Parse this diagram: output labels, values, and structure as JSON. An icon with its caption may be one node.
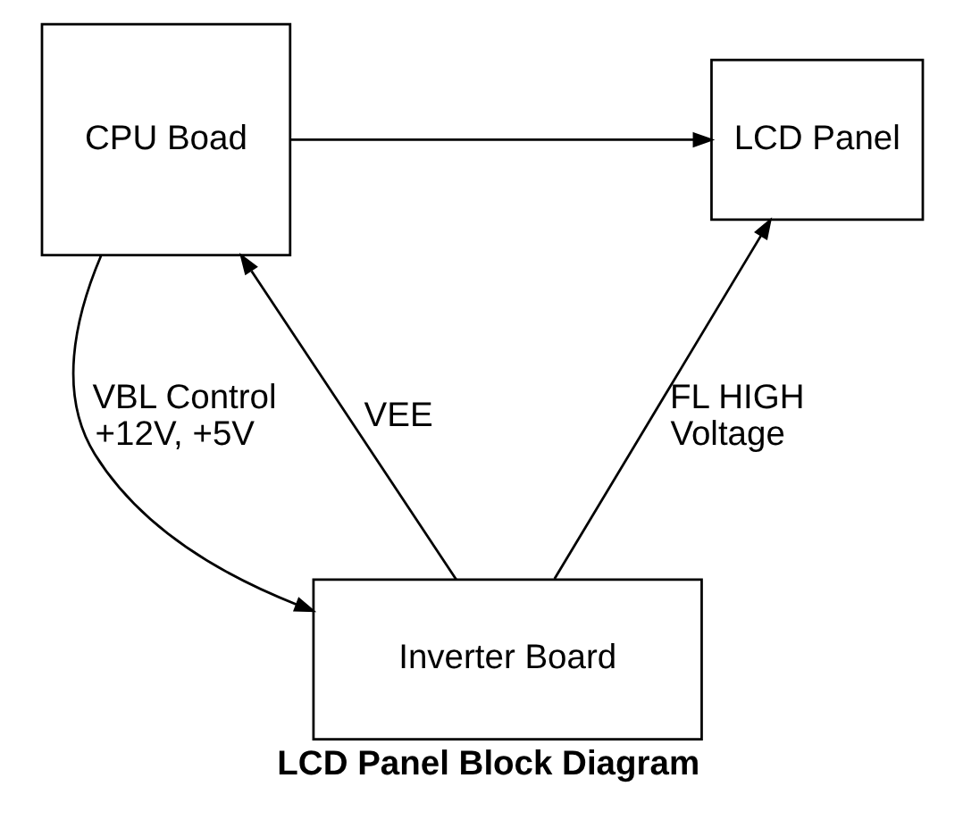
{
  "diagram": {
    "caption": "LCD Panel Block Diagram",
    "nodes": [
      {
        "text": [
          "CPU Boad"
        ]
      },
      {
        "text": [
          "LCD Panel"
        ]
      },
      {
        "text": [
          "Inverter Board"
        ]
      }
    ],
    "edges": [
      {
        "from": 0,
        "to": 1,
        "arrow": "to"
      },
      {
        "from": 2,
        "to": 0,
        "arrow": "to",
        "label": "VEE"
      },
      {
        "from": 0,
        "to": 2,
        "arrow": "to",
        "label": "VBL Control +12V, +5V"
      },
      {
        "from": 2,
        "to": 1,
        "arrow": "to",
        "label": "FL HIGH Voltage"
      }
    ]
  }
}
